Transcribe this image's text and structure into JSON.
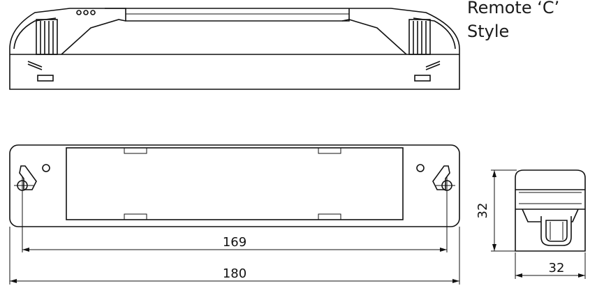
{
  "title": {
    "line1": "Remote ‘C’",
    "line2": "Style"
  },
  "dimensions": {
    "inner_length": "169",
    "overall_length": "180",
    "end_height": "32",
    "end_width": "32"
  }
}
